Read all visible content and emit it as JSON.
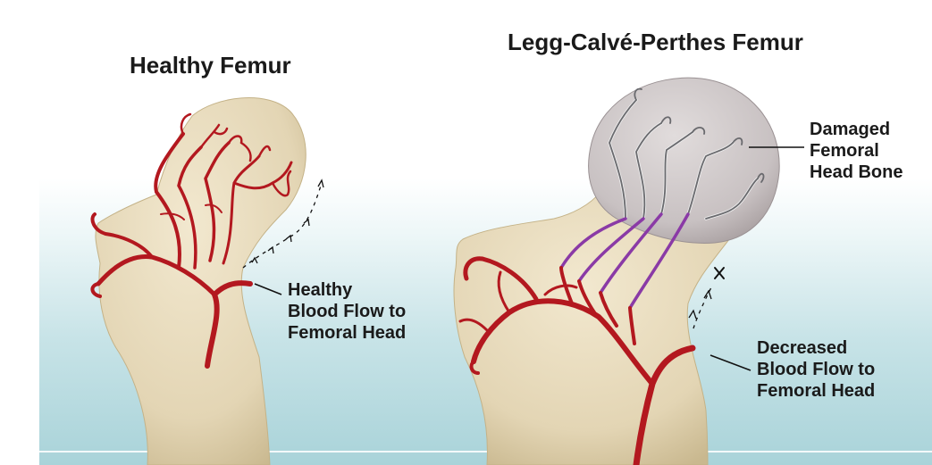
{
  "titles": {
    "healthy": "Healthy Femur",
    "perthes": "Legg-Calvé-Perthes Femur"
  },
  "labels": {
    "healthy_flow": [
      "Healthy",
      "Blood Flow to",
      "Femoral Head"
    ],
    "decreased_flow": [
      "Decreased",
      "Blood Flow to",
      "Femoral Head"
    ],
    "damaged_head": [
      "Damaged",
      "Femoral",
      "Head Bone"
    ]
  },
  "colors": {
    "bone": "#e8dcc0",
    "damaged_bone": "#c9c3c4",
    "artery": "#b3181f",
    "damaged_vessel": "#8a3aa6",
    "background_teal": "#a9d3d9"
  }
}
